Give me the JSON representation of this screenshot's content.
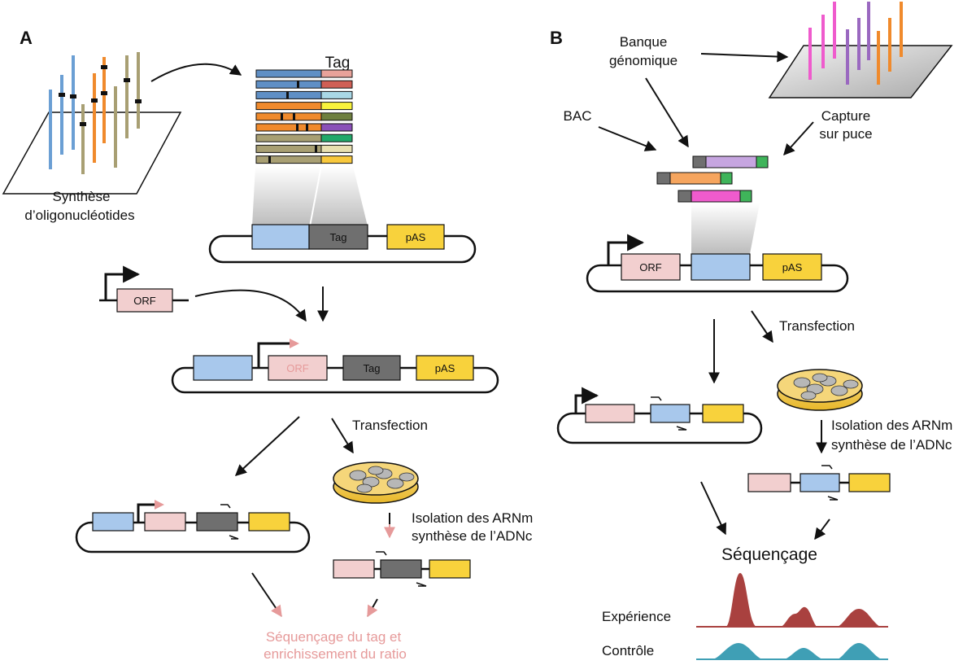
{
  "panels": {
    "a": {
      "letter": "A",
      "oligo_label_1": "Synthèse",
      "oligo_label_2": "d’oligonucléotides",
      "tag_header": "Tag",
      "vector1": {
        "tag": "Tag",
        "pas": "pAS"
      },
      "orf": "ORF",
      "vector2": {
        "orf": "ORF",
        "tag": "Tag",
        "pas": "pAS"
      },
      "transfection": "Transfection",
      "isolation_1": "Isolation des ARNm",
      "isolation_2": "synthèse de l’ADNc",
      "final_1": "Séquençage du tag et",
      "final_2": "enrichissement du ratio"
    },
    "b": {
      "letter": "B",
      "banque_1": "Banque",
      "banque_2": "génomique",
      "bac": "BAC",
      "capture_1": "Capture",
      "capture_2": "sur puce",
      "vector": {
        "orf": "ORF",
        "pas": "pAS"
      },
      "transfection": "Transfection",
      "isolation_1": "Isolation des ARNm",
      "isolation_2": "synthèse de l’ADNc",
      "sequencing": "Séquençage",
      "experience": "Expérience",
      "controle": "Contrôle"
    }
  },
  "colors": {
    "blue": "#a8c8ec",
    "pink": "#f2cfcf",
    "gray": "#6f6f6f",
    "yellow": "#f8d23c",
    "orange": "#f08a2c",
    "olive": "#a89f73",
    "magenta": "#ef5bcd",
    "purple": "#9a68c0",
    "exp_peak": "#a9413f",
    "ctrl_peak": "#3f9fb5",
    "pink_arrow": "#e69a9a"
  },
  "tag_library_colors": [
    [
      "#5f8fc5",
      "#e8a29a"
    ],
    [
      "#5f8fc5",
      "#cf5f55"
    ],
    [
      "#5f8fc5",
      "#a9d8e6"
    ],
    [
      "#f08a2c",
      "#f8f23c"
    ],
    [
      "#f08a2c",
      "#6e7f3f"
    ],
    [
      "#f08a2c",
      "#8a50b8"
    ],
    [
      "#a89f73",
      "#22a86a"
    ],
    [
      "#a89f73",
      "#e8e0b0"
    ],
    [
      "#a89f73",
      "#f8c83c"
    ]
  ]
}
